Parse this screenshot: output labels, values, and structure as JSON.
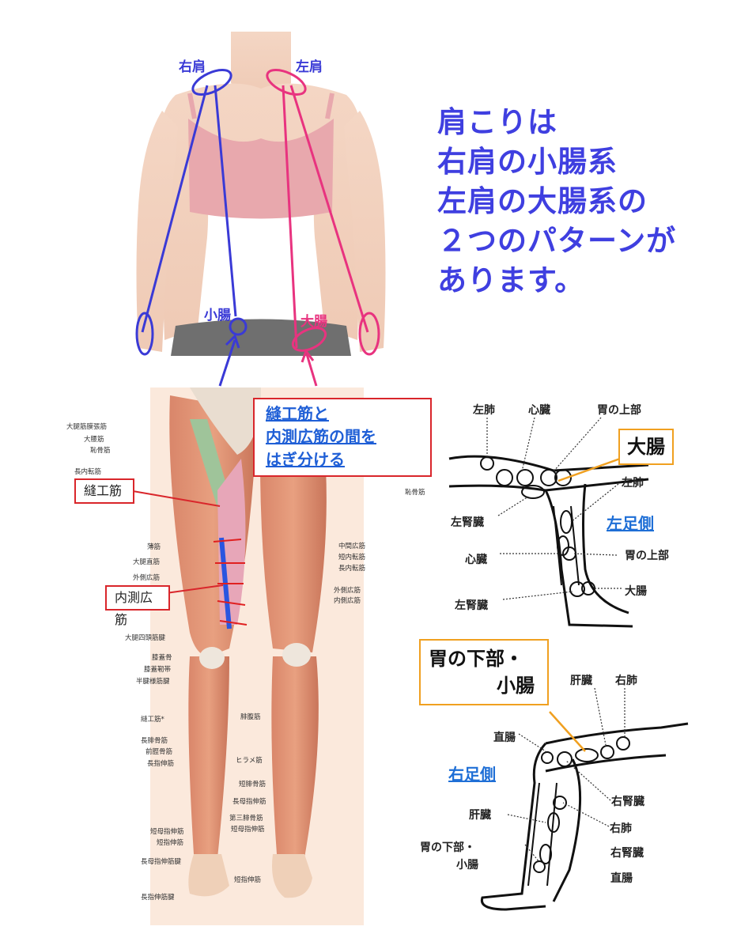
{
  "top": {
    "right_shoulder": "右肩",
    "left_shoulder": "左肩",
    "small_intestine": "小腸",
    "large_intestine": "大腸",
    "headline": [
      "肩こりは",
      "右肩の小腸系",
      "左肩の大腸系の",
      "２つのパターンが",
      "あります。"
    ]
  },
  "legs": {
    "callout": [
      "縫工筋と",
      "内測広筋の間を",
      "はぎ分ける"
    ],
    "sartorius_box": "縫工筋",
    "vastus_box": "内測広筋",
    "left_labels": [
      "大腿筋膜張筋",
      "大腰筋",
      "恥骨筋",
      "長内転筋",
      "薄筋",
      "大腿直筋",
      "外側広筋",
      "大腿四頭筋腱",
      "膝蓋骨",
      "膝蓋靭帯",
      "半腱様筋腱",
      "縫工筋*",
      "長腓骨筋",
      "前脛骨筋",
      "長指伸筋",
      "短母指伸筋",
      "短指伸筋",
      "長母指伸筋腱",
      "長指伸筋腱"
    ],
    "right_labels": [
      "恥骨筋",
      "中間広筋",
      "短内転筋",
      "長内転筋",
      "外側広筋",
      "内側広筋",
      "腓腹筋",
      "ヒラメ筋",
      "短腓骨筋",
      "長母指伸筋",
      "第三腓骨筋",
      "短母指伸筋",
      "短指伸筋"
    ]
  },
  "left_leg": {
    "title": "左足側",
    "highlight": "大腸",
    "labels": [
      "左肺",
      "心臓",
      "胃の上部",
      "左肺",
      "左腎臓",
      "心臓",
      "胃の上部",
      "左腎臓",
      "大腸"
    ]
  },
  "right_leg": {
    "title": "右足側",
    "highlight": [
      "胃の下部・",
      "小腸"
    ],
    "labels": [
      "肝臓",
      "右肺",
      "直腸",
      "右腎臓",
      "肝臓",
      "右肺",
      "胃の下部・",
      "小腸",
      "右腎臓",
      "直腸"
    ]
  },
  "colors": {
    "blue": "#3a3ad6",
    "pink": "#e8337f",
    "red": "#d9262b",
    "orange": "#f0a020",
    "link_blue": "#1f6fd6"
  }
}
